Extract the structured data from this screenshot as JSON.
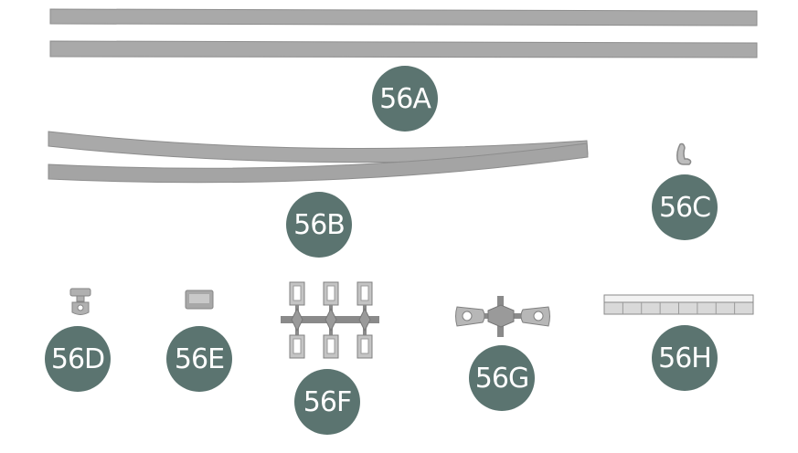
{
  "parts": [
    {
      "id": "56a",
      "label": "56A",
      "item": "long-strips"
    },
    {
      "id": "56b",
      "label": "56B",
      "item": "curved-strips"
    },
    {
      "id": "56c",
      "label": "56C",
      "item": "small-hook"
    },
    {
      "id": "56d",
      "label": "56D",
      "item": "buckle-clip"
    },
    {
      "id": "56e",
      "label": "56E",
      "item": "small-bracket"
    },
    {
      "id": "56f",
      "label": "56F",
      "item": "clip-sprue"
    },
    {
      "id": "56g",
      "label": "56G",
      "item": "strap-connector-sprue"
    },
    {
      "id": "56h",
      "label": "56H",
      "item": "segmented-strip"
    }
  ],
  "colors": {
    "badge": "#5b7470",
    "part_fill": "#a8a8a8",
    "part_stroke": "#8c8c8c",
    "connector": "#7d7d7d"
  }
}
